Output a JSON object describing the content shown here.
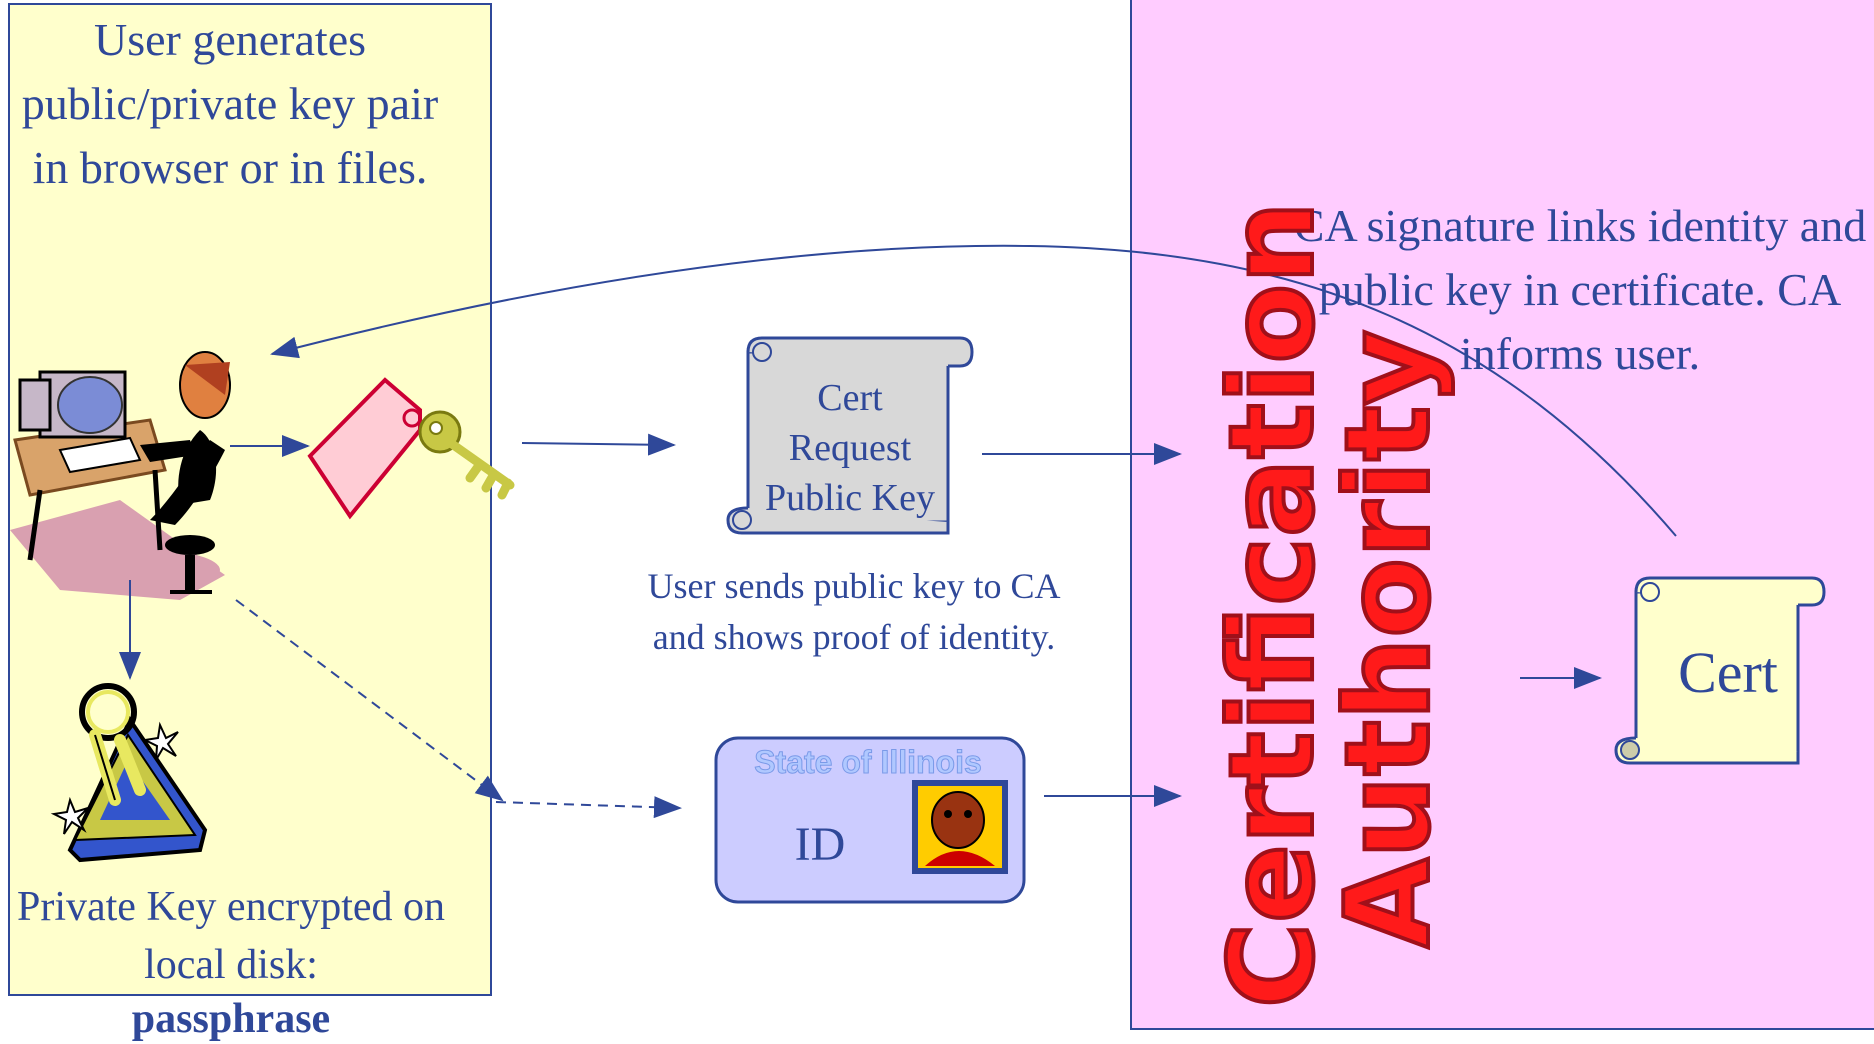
{
  "user_panel": {
    "generate_text": "User generates public/private key pair in browser or in files.",
    "private_key_text": "Private Key encrypted on local disk:",
    "passphrase": "passphrase"
  },
  "request": {
    "scroll_lines": [
      "Cert",
      "Request",
      "Public Key"
    ],
    "sends_text": "User sends public key to CA and shows proof of identity."
  },
  "id_card": {
    "state": "State of Illinois",
    "label": "ID"
  },
  "ca_panel": {
    "title_line1": "Certification",
    "title_line2": "Authority",
    "signature_text": "CA signature links identity and public key in certificate. CA informs user.",
    "cert_label": "Cert"
  },
  "colors": {
    "text": "#2f4899",
    "user_panel_bg": "#ffffcc",
    "ca_panel_bg": "#ffccff",
    "ca_title": "#ff1a1a",
    "id_card_bg": "#ccccff",
    "tag": "#ffccd5",
    "tag_border": "#cc0033"
  }
}
